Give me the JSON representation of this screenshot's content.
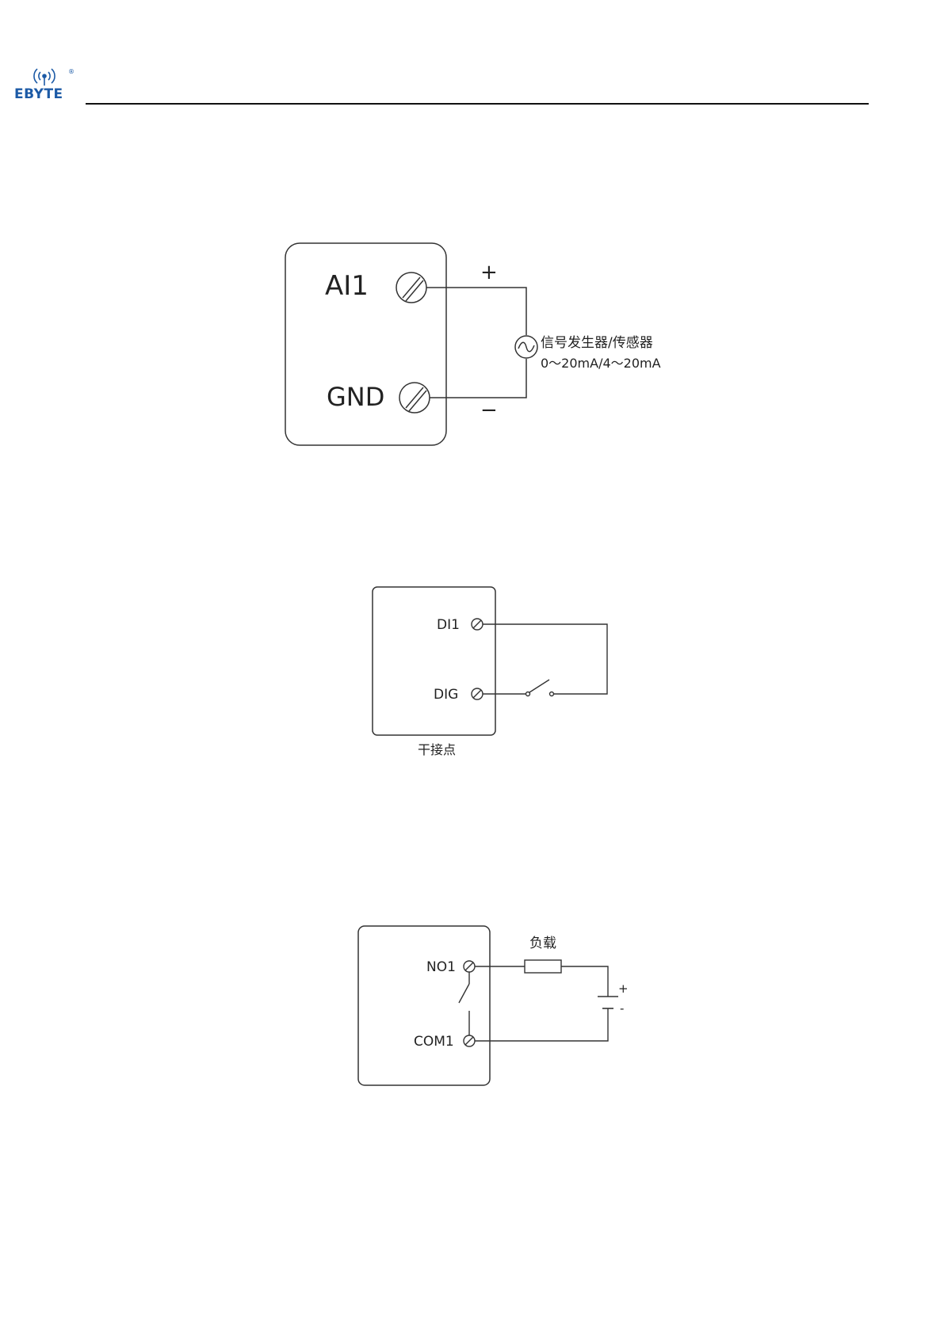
{
  "header": {
    "logo_text": "EBYTE",
    "logo_mark": "®",
    "brand_color": "#1c5aa6"
  },
  "diagrams": {
    "analog_input": {
      "terminal_top": "AI1",
      "terminal_bottom": "GND",
      "plus": "+",
      "minus": "−",
      "source_label": "信号发生器/传感器",
      "range_label": "0～20mA/4～20mA"
    },
    "digital_input": {
      "terminal_top": "DI1",
      "terminal_bottom": "DIG",
      "caption": "干接点"
    },
    "relay_output": {
      "terminal_top": "NO1",
      "terminal_bottom": "COM1",
      "load_label": "负载",
      "plus": "+",
      "minus": "-"
    }
  }
}
